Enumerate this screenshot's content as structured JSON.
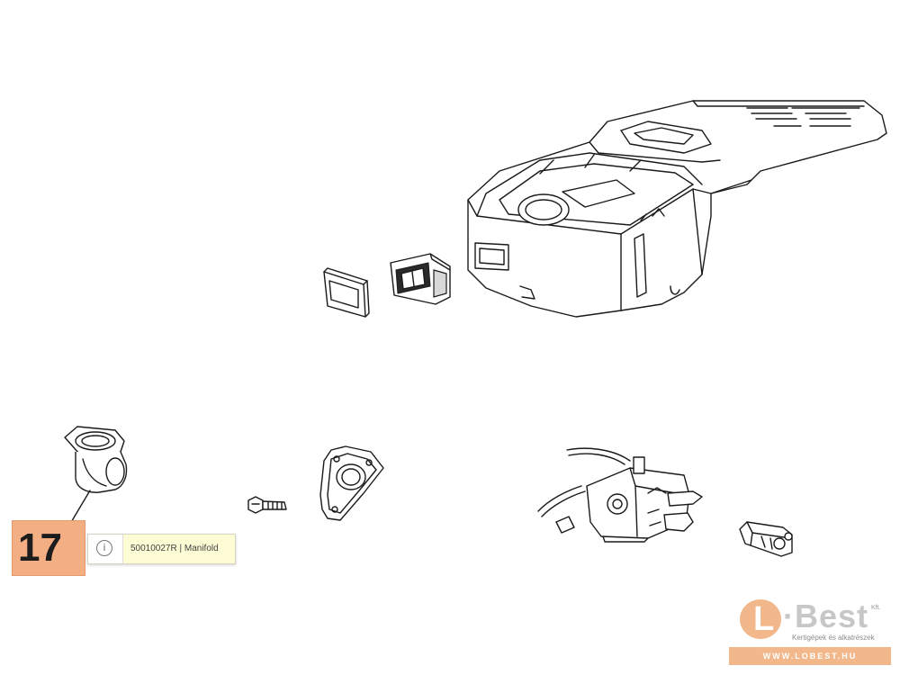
{
  "callout": {
    "number": "17"
  },
  "tooltip": {
    "icon": "info-icon",
    "text": "50010027R | Manifold"
  },
  "logo": {
    "letter": "L",
    "word": "·Best",
    "suffix": "Kft.",
    "tagline": "Kertigépek és alkatrészek",
    "url": "WWW.LOBEST.HU"
  },
  "colors": {
    "callout": "#f4ae84",
    "tooltip_bg": "#fdfcd4",
    "logo_accent": "#f2b88c"
  }
}
